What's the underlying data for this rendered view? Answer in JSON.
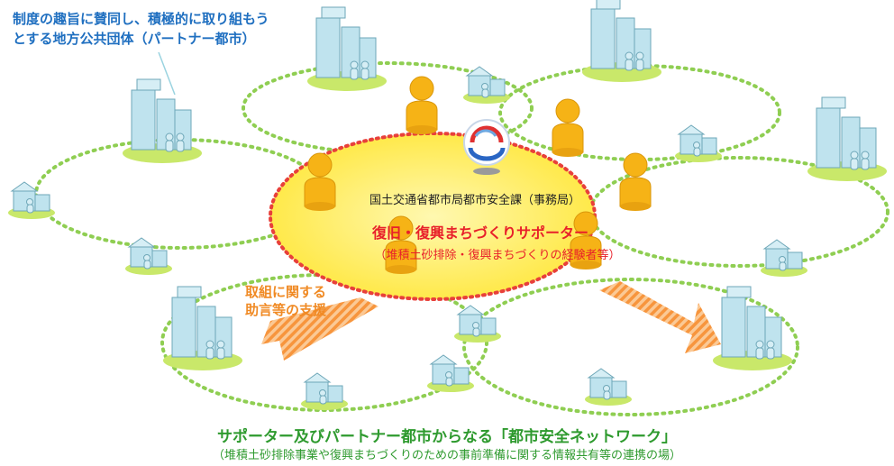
{
  "callout": {
    "line1": "制度の趣旨に賛同し、積極的に取り組もう",
    "line2": "とする地方公共団体（パートナー都市）"
  },
  "center": {
    "office": "国土交通省都市局都市安全課（事務局）",
    "supporter_title": "復旧・復興まちづくりサポーター",
    "supporter_sub": "（堆積土砂排除・復興まちづくりの経験者等）"
  },
  "support": {
    "line1": "取組に関する",
    "line2": "助言等の支援"
  },
  "network": {
    "title": "サポーター及びパートナー都市からなる「都市安全ネットワーク」",
    "subtitle": "（堆積土砂排除事業や復興まちづくりのための事前準備に関する情報共有等の連携の場）"
  },
  "colors": {
    "callout_text": "#1f6fc0",
    "supporter_text": "#e8202a",
    "network_text": "#2e9a2e",
    "support_arrow": "#f7a25a",
    "person": "#f6b316",
    "building": "#bfe3ee",
    "ground": "#c9e86a",
    "dotted_ring": "#8fce52",
    "center_fill": "#fff36b",
    "center_border": "#e8403a"
  }
}
